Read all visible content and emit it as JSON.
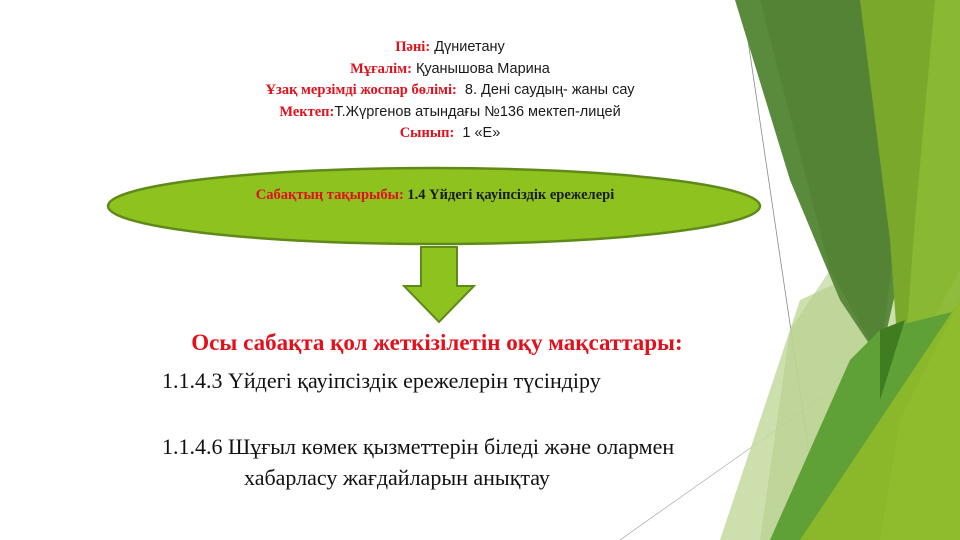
{
  "header": {
    "subject_label": "Пәні:",
    "subject_value": " Дүниетану",
    "teacher_label": "Мұғалім:",
    "teacher_value": " Қуанышова Марина",
    "plan_label": "Ұзақ мерзімді жоспар бөлімі:",
    "plan_value": "  8. Дені саудың- жаны сау",
    "school_label": "Мектеп:",
    "school_value": "Т.Жүргенов атындағы №136 мектеп-лицей",
    "class_label": "Сынып:",
    "class_value": "  1 «Е»"
  },
  "topic": {
    "label": "Сабақтың тақырыбы:",
    "value": " 1.4 Үйдегі қауіпсіздік ережелері"
  },
  "goals": {
    "title": "Осы сабақта қол жеткізілетін оқу мақсаттары:",
    "items": [
      {
        "text": "1.1.4.3 Үйдегі қауіпсіздік ережелерін түсіндіру"
      },
      {
        "line1": "1.1.4.6 Шұғыл көмек қызметтерін біледі және олармен",
        "line2": "хабарласу жағдайларын анықтау"
      }
    ]
  },
  "colors": {
    "label_red": "#e3101b",
    "ellipse_fill": "#8dc21f",
    "ellipse_border": "#5f8a1a",
    "deco_dark_green": "#548235",
    "deco_mid_green": "#70ad47",
    "deco_lime": "#8bb82a",
    "deco_pale": "#c5d9a0"
  },
  "icons": {
    "arrow": "down-arrow-icon"
  }
}
